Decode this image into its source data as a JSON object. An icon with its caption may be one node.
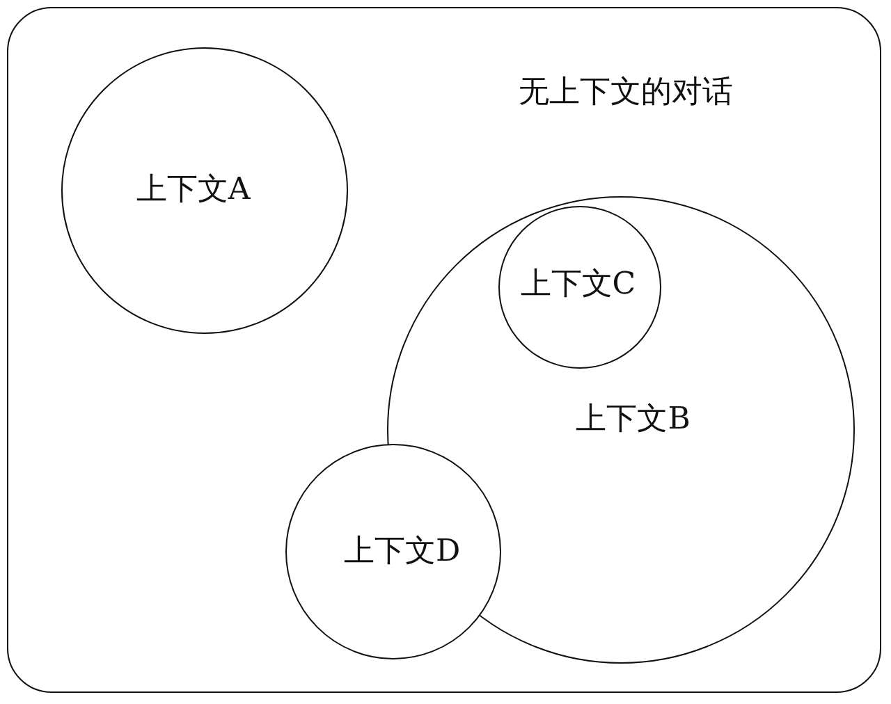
{
  "diagram": {
    "nodes": [
      {
        "text": [
          "无上下文的对话"
        ]
      },
      {
        "text": [
          "上下文A"
        ],
        "in": 0
      },
      {
        "text": [
          "上下文B"
        ],
        "in": 0
      },
      {
        "text": [
          "上下文C"
        ],
        "in": 2
      },
      {
        "text": [
          "上下文D"
        ],
        "in": 0
      }
    ]
  }
}
